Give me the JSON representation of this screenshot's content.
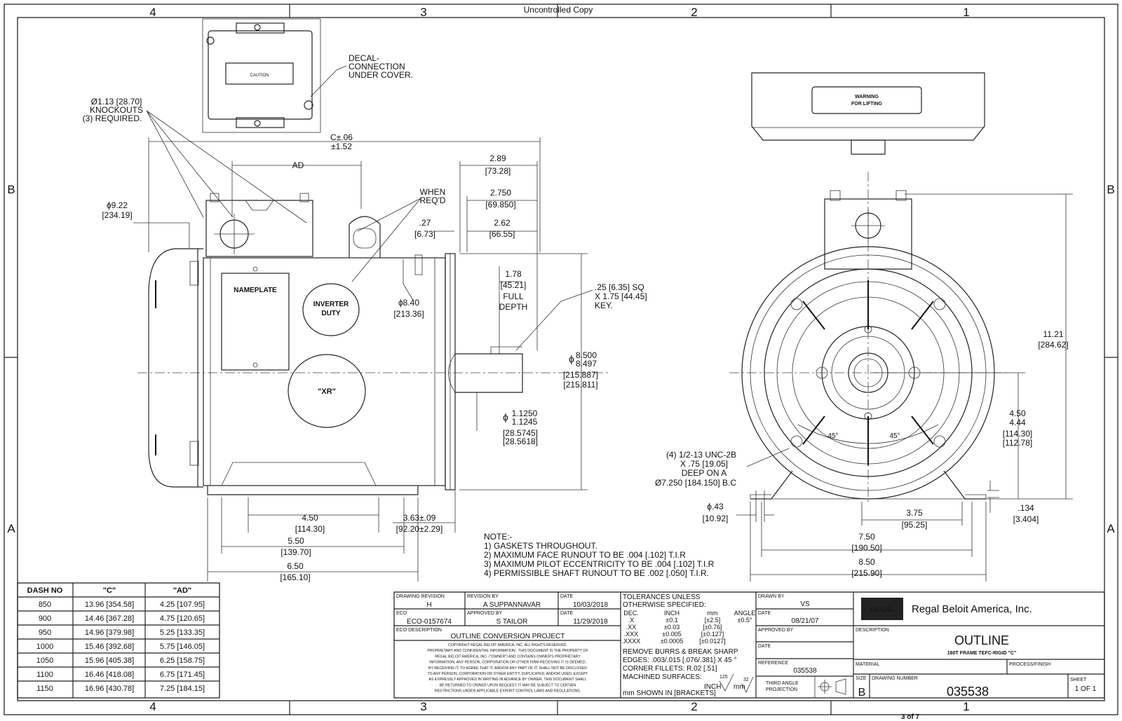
{
  "header": {
    "uncontrolled": "Uncontrolled Copy",
    "page_footer": "3 of 7"
  },
  "zones": {
    "top": [
      "4",
      "3",
      "2",
      "1"
    ],
    "bottom": [
      "4",
      "3",
      "2",
      "1"
    ],
    "left": [
      "B",
      "A"
    ],
    "right": [
      "B",
      "A"
    ]
  },
  "callouts": {
    "decal": [
      "DECAL-",
      "CONNECTION",
      "UNDER COVER."
    ],
    "knockouts": [
      "Ø1.13 [28.70]",
      "KNOCKOUTS",
      "(3) REQUIRED."
    ],
    "dia922": [
      "ϕ9.22",
      "[234.19]"
    ],
    "c": [
      "C±.06",
      "±1.52"
    ],
    "ad": "AD",
    "when": [
      "WHEN",
      "REQ'D"
    ],
    "d289": [
      "2.89",
      "[73.28]"
    ],
    "d2750": [
      "2.750",
      "[69.850]"
    ],
    "d27": [
      ".27",
      "[6.73]"
    ],
    "d262": [
      "2.62",
      "[66.55]"
    ],
    "d178": [
      "1.78",
      "[45.21]",
      "FULL",
      "DEPTH"
    ],
    "key": [
      ".25 [6.35] SQ",
      "X 1.75 [44.45]",
      "KEY."
    ],
    "dia640": [
      "ϕ8.40",
      "[213.36]"
    ],
    "dia8500": [
      "ϕ",
      "8.500",
      "8.497",
      "[215.887]",
      "[215.811]"
    ],
    "dia1125": [
      "ϕ",
      "1.1250",
      "1.1245",
      "[28.5745]",
      "[28.5618]"
    ],
    "d450": [
      "4.50",
      "[114.30]"
    ],
    "d550": [
      "5.50",
      "[139.70]"
    ],
    "d650": [
      "6.50",
      "[165.10]"
    ],
    "d363": [
      "3.63±.09",
      "[92.20±2.29]"
    ],
    "d1121": [
      "11.21",
      "[284.62]"
    ],
    "d450r": [
      "4.50",
      "4.44",
      "[114.30]",
      "[112.78]"
    ],
    "d375": [
      "3.75",
      "[95.25]"
    ],
    "d750": [
      "7.50",
      "[190.50]"
    ],
    "d850": [
      "8.50",
      "[215.90]"
    ],
    "d43": [
      "ϕ.43",
      "[10.92]"
    ],
    "d134": [
      ".134",
      "[3.404]"
    ],
    "unc": [
      "(4) 1/2-13 UNC-2B",
      "X .75 [19.05]",
      "DEEP ON A",
      "Ø7.250 [184.150] B.C"
    ],
    "angles": [
      "45°",
      "45°"
    ]
  },
  "labels": {
    "nameplate": "NAMEPLATE",
    "inverter": [
      "INVERTER",
      "DUTY"
    ],
    "xr": "\"XR\"",
    "caution": "CAUTION",
    "warning": [
      "WARNING",
      "FOR LIFTING"
    ]
  },
  "notes": {
    "title": "NOTE:-",
    "items": [
      "1) GASKETS THROUGHOUT.",
      "2) MAXIMUM FACE RUNOUT TO BE .004 [.102] T.I.R",
      "3) MAXIMUM PILOT ECCENTRICITY TO BE .004 [.102] T.I.R",
      "4) PERMISSIBLE SHAFT RUNOUT TO BE .002 [.050] T.I.R."
    ]
  },
  "dash_table": {
    "headers": [
      "DASH NO",
      "\"C\"",
      "\"AD\""
    ],
    "rows": [
      [
        "850",
        "13.96 [354.58]",
        "4.25 [107.95]"
      ],
      [
        "900",
        "14.46 [367.28]",
        "4.75 [120.65]"
      ],
      [
        "950",
        "14.96 [379.98]",
        "5.25 [133.35]"
      ],
      [
        "1000",
        "15.46 [392.68]",
        "5.75 [146.05]"
      ],
      [
        "1050",
        "15.96 [405.38]",
        "6.25 [158.75]"
      ],
      [
        "1100",
        "16.46 [418.08]",
        "6.75 [171.45]"
      ],
      [
        "1150",
        "16.96 [430.78]",
        "7.25 [184.15]"
      ]
    ]
  },
  "title_block": {
    "drawing_revision_label": "DRAWING REVISION",
    "drawing_revision": "H",
    "revision_by_label": "REVISION BY",
    "revision_by": "A SUPPANNAVAR",
    "date1_label": "DATE",
    "date1": "10/03/2018",
    "eco_label": "ECO",
    "eco": "ECO-0157674",
    "approved_by_label": "APPROVED BY",
    "approved_by": "S TAILOR",
    "date2_label": "DATE",
    "date2": "11/29/2018",
    "eco_desc_label": "ECO DESCRIPTION",
    "eco_desc": "OUTLINE CONVERSION PROJECT",
    "copyright": [
      "COPYRIGHT REGAL BELOIT AMERICA, INC. ALL RIGHTS RESERVED.",
      "PROPRIETARY AND CONFIDENTIAL INFORMATION : THIS DOCUMENT IS THE PROPERTY OF",
      "REGAL BELOIT AMERICA, INC. (\"OWNER\") AND CONTAINS OWNER'S PROPRIETARY",
      "INFORMATION. ANY PERSON, CORPORATION OR OTHER FIRM RECEIVING IT IS DEEMED,",
      "BY RECEIVING IT, TO AGREE THAT IT, AND/OR ANY PART OF IT, SHALL NOT BE DISCLOSED",
      "TO ANY PERSON, CORPORATION OR OTHER ENTITY, DUPLICATED, AND/OR USED, EXCEPT",
      "AS EXPRESSLY APPROVED IN WRITING IN ADVANCE BY OWNER. THIS DOCUMENT SHALL",
      "BE RETURNED TO OWNER UPON REQUEST. IT MAY BE SUBJECT TO CERTAIN",
      "RESTRICTIONS UNDER APPLICABLE EXPORT CONTROL LAWS AND REGULATIONS."
    ],
    "tolerances": [
      "TOLERANCES UNLESS",
      "OTHERWISE SPECIFIED:"
    ],
    "tol_head": [
      "DEC.",
      "INCH",
      "mm",
      "ANGLE"
    ],
    "tol_rows": [
      [
        ".X",
        "±0.1",
        "[±2.5]",
        "±0.5°"
      ],
      [
        ".XX",
        "±0.03",
        "[±0.76]",
        ""
      ],
      [
        ".XXX",
        "±0.005",
        "[±0.127]",
        ""
      ],
      [
        ".XXXX",
        "±0.0005",
        "[±0.0127]",
        ""
      ]
    ],
    "remove_burrs": "REMOVE BURRS & BREAK SHARP",
    "edges": "EDGES: .003/.015 [.076/.381] X 45 °",
    "fillets": "CORNER FILLETS: R.02 [.51]",
    "machined": "MACHINED SURFACES:",
    "surf": [
      "125",
      "32"
    ],
    "inch_mm": [
      "INCH",
      "mm"
    ],
    "mm_shown": "mm SHOWN IN [BRACKETS]",
    "drawn_by_label": "DRAWN BY",
    "drawn_by": "VS",
    "date3_label": "DATE",
    "date3": "08/21/07",
    "approved2_label": "APPROVED BY",
    "date4_label": "DATE",
    "reference_label": "REFERENCE",
    "reference": "035538",
    "projection": [
      "THIRD ANGLE",
      "PROJECTION"
    ],
    "logo": "REGAL",
    "company": "Regal Beloit America, Inc.",
    "description_label": "DESCRIPTION",
    "description": "OUTLINE",
    "description2": "180T FRAME TEFC-RIGID \"C\"",
    "material_label": "MATERIAL",
    "process_label": "PROCESS/FINISH",
    "size_label": "SIZE",
    "size": "B",
    "drawing_number_label": "DRAWING NUMBER",
    "drawing_number": "035538",
    "sheet_label": "SHEET",
    "sheet": "1 OF 1"
  }
}
